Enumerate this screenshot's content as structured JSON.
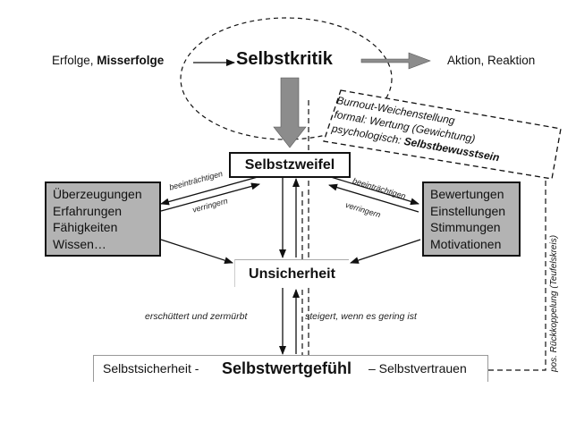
{
  "top": {
    "erfolge_prefix": "Erfolge, ",
    "erfolge_bold": "Misserfolge",
    "selbstkritik": "Selbstkritik",
    "aktion_reaktion": "Aktion, Reaktion"
  },
  "burnout": {
    "line1": "Burnout-Weichenstellung",
    "line2": "formal: Wertung (Gewichtung)",
    "line3_prefix": "psychologisch: ",
    "line3_bold": "Selbstbewusstsein"
  },
  "selbstzweifel": "Selbstzweifel",
  "left_box": [
    "Überzeugungen",
    "Erfahrungen",
    "Fähigkeiten",
    "Wissen…"
  ],
  "right_box": [
    "Bewertungen",
    "Einstellungen",
    "Stimmungen",
    "Motivationen"
  ],
  "arrow_labels": {
    "left_upper": "beeinträchtigen",
    "left_lower": "verringern",
    "right_upper": "beeinträchtigen",
    "right_lower": "verringern"
  },
  "unsicherheit": "Unsicherheit",
  "down_label": "erschüttert und zermürbt",
  "up_label": "steigert, wenn es gering ist",
  "bottom": {
    "left": "Selbstsicherheit  -",
    "center": "Selbstwertgefühl",
    "right": "– Selbstvertrauen"
  },
  "side_label": "pos. Rückkoppelung (Teufelskreis)"
}
